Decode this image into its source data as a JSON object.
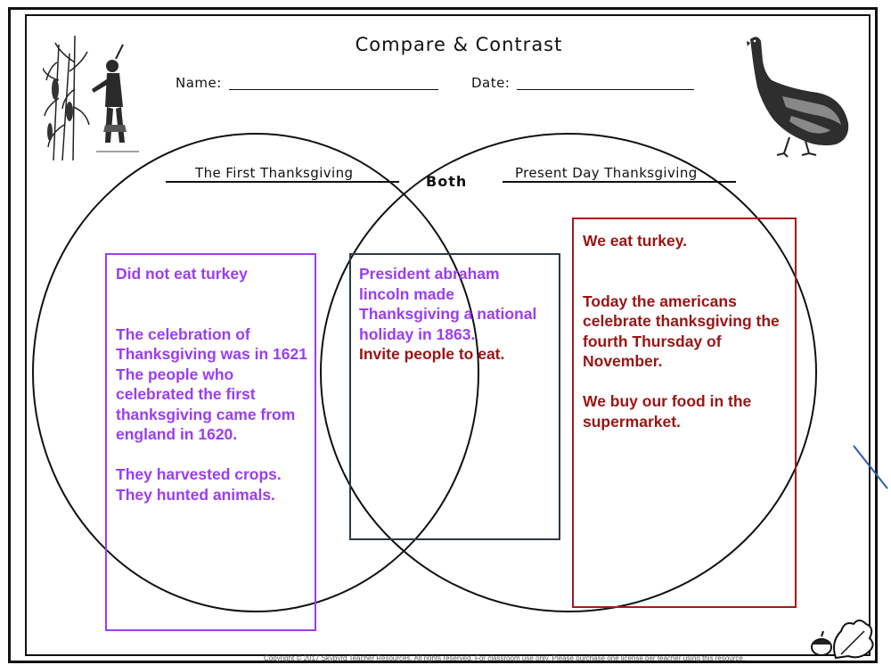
{
  "worksheet": {
    "title": "Compare & Contrast",
    "name_label": "Name:",
    "date_label": "Date:"
  },
  "venn": {
    "left_title": "The First Thanksgiving",
    "right_title": "Present Day Thanksgiving",
    "both_label": "Both"
  },
  "boxes": {
    "first": [
      "Did not eat turkey",
      "",
      "The celebration of Thanksgiving was in 1621",
      "The people who celebrated the first thanksgiving came from england in 1620.",
      "",
      "They harvested crops.",
      "They hunted animals."
    ],
    "both": {
      "purple_text": "President abraham lincoln made Thanksgiving a national holiday in 1863.",
      "red_text": "Invite people to eat."
    },
    "present": [
      "We eat turkey.",
      "",
      "Today the americans celebrate thanksgiving the fourth Thursday of November.",
      "",
      "We buy our food in the supermarket."
    ]
  },
  "footer": {
    "copyright": "Copyright © 2017 Skybyrd Teacher Resources. All rights reserved. For classroom use only. Please purchase one license per teacher using this resource."
  },
  "colors": {
    "purple": "#9b3df0",
    "dark_red": "#9b1414",
    "box_both_border": "#2b3a44",
    "pen_blue": "#2a5db0"
  },
  "illustrations": {
    "left": "pilgrim-in-cornfield-illustration",
    "right": "wild-turkey-illustration",
    "corner": "autumn-leaf-acorn-logo"
  }
}
